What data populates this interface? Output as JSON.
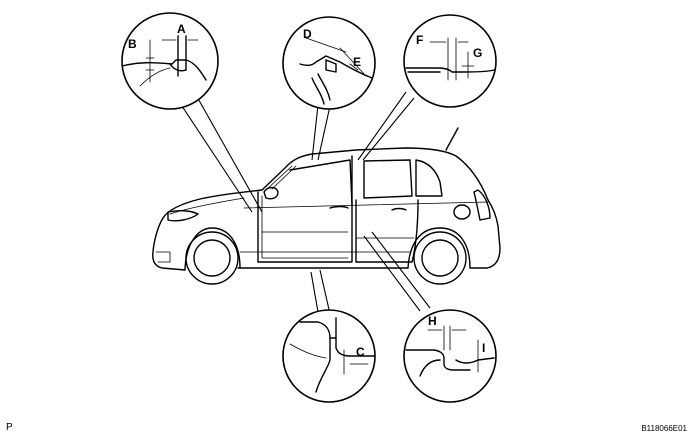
{
  "labels": {
    "a": "A",
    "b": "B",
    "c": "C",
    "d": "D",
    "e": "E",
    "f": "F",
    "g": "G",
    "h": "H",
    "i": "I"
  },
  "footer": {
    "left_code": "P",
    "figure_id": "B118066E01"
  }
}
